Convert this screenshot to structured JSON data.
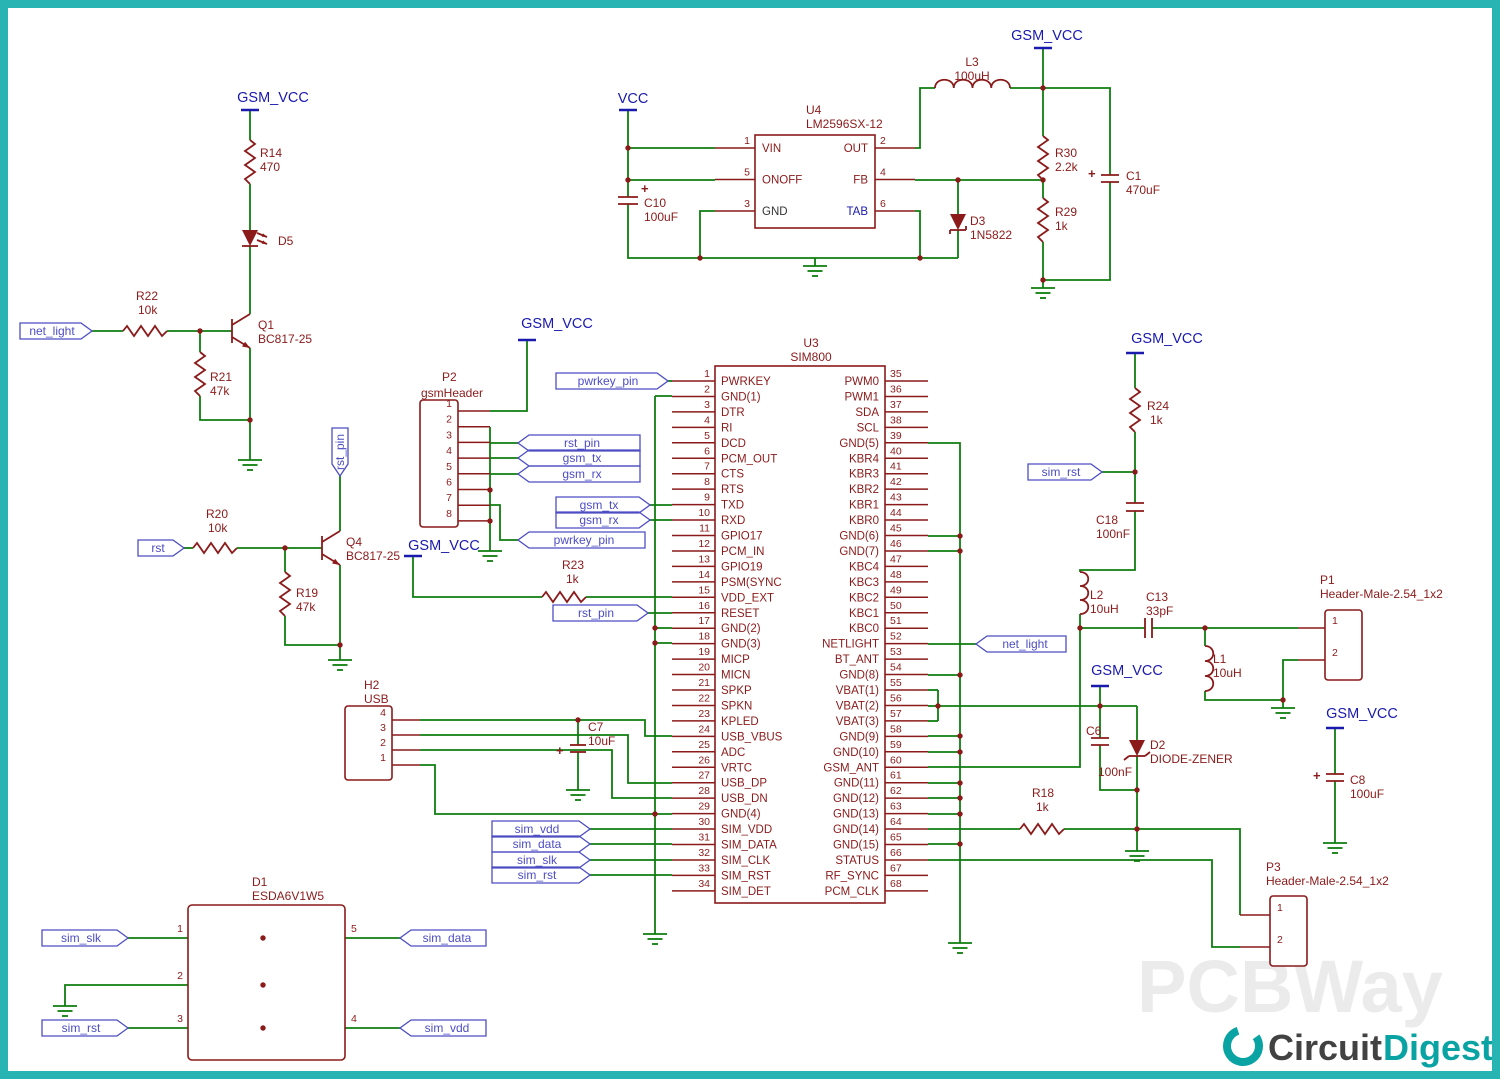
{
  "title": "GSM SIM800 module circuit schematic",
  "colors": {
    "wire": "#0e7d0e",
    "component": "#8b1a1a",
    "power": "#1a1aae",
    "flag": "#4d4dc3",
    "frame": "#29b4b4"
  },
  "power": {
    "gsm_vcc": "GSM_VCC",
    "vcc": "VCC"
  },
  "flags": {
    "net_light": "net_light",
    "rst": "rst",
    "rst_pin": "rst_pin",
    "gsm_tx": "gsm_tx",
    "gsm_rx": "gsm_rx",
    "pwrkey_pin": "pwrkey_pin",
    "sim_vdd": "sim_vdd",
    "sim_data": "sim_data",
    "sim_slk": "sim_slk",
    "sim_rst": "sim_rst"
  },
  "components": {
    "r14": {
      "ref": "R14",
      "val": "470"
    },
    "r22": {
      "ref": "R22",
      "val": "10k"
    },
    "r21": {
      "ref": "R21",
      "val": "47k"
    },
    "r20": {
      "ref": "R20",
      "val": "10k"
    },
    "r19": {
      "ref": "R19",
      "val": "47k"
    },
    "r23": {
      "ref": "R23",
      "val": "1k"
    },
    "r24": {
      "ref": "R24",
      "val": "1k"
    },
    "r30": {
      "ref": "R30",
      "val": "2.2k"
    },
    "r29": {
      "ref": "R29",
      "val": "1k"
    },
    "r18": {
      "ref": "R18",
      "val": "1k"
    },
    "c10": {
      "ref": "C10",
      "val": "100uF"
    },
    "c1": {
      "ref": "C1",
      "val": "470uF"
    },
    "c7": {
      "ref": "C7",
      "val": "10uF"
    },
    "c18": {
      "ref": "C18",
      "val": "100nF"
    },
    "c13": {
      "ref": "C13",
      "val": "33pF"
    },
    "c6": {
      "ref": "C6",
      "val": "100nF"
    },
    "c8": {
      "ref": "C8",
      "val": "100uF"
    },
    "l3": {
      "ref": "L3",
      "val": "100uH"
    },
    "l2": {
      "ref": "L2",
      "val": "10uH"
    },
    "l1": {
      "ref": "L1",
      "val": "10uH"
    },
    "d5": {
      "ref": "D5",
      "val": ""
    },
    "d3": {
      "ref": "D3",
      "val": "1N5822"
    },
    "d2": {
      "ref": "D2",
      "val": "DIODE-ZENER"
    },
    "d1": {
      "ref": "D1",
      "val": "ESDA6V1W5"
    },
    "q1": {
      "ref": "Q1",
      "val": "BC817-25"
    },
    "q4": {
      "ref": "Q4",
      "val": "BC817-25"
    }
  },
  "u4": {
    "ref": "U4",
    "part": "LM2596SX-12",
    "left_pins": [
      {
        "num": "1",
        "name": "VIN"
      },
      {
        "num": "5",
        "name": "ONOFF"
      },
      {
        "num": "3",
        "name": "GND"
      }
    ],
    "right_pins": [
      {
        "num": "2",
        "name": "OUT"
      },
      {
        "num": "4",
        "name": "FB"
      },
      {
        "num": "6",
        "name": "TAB"
      }
    ]
  },
  "u3": {
    "ref": "U3",
    "part": "SIM800",
    "left_pins": [
      {
        "num": "1",
        "name": "PWRKEY"
      },
      {
        "num": "2",
        "name": "GND(1)"
      },
      {
        "num": "3",
        "name": "DTR"
      },
      {
        "num": "4",
        "name": "RI"
      },
      {
        "num": "5",
        "name": "DCD"
      },
      {
        "num": "6",
        "name": "PCM_OUT"
      },
      {
        "num": "7",
        "name": "CTS"
      },
      {
        "num": "8",
        "name": "RTS"
      },
      {
        "num": "9",
        "name": "TXD"
      },
      {
        "num": "10",
        "name": "RXD"
      },
      {
        "num": "11",
        "name": "GPIO17"
      },
      {
        "num": "12",
        "name": "PCM_IN"
      },
      {
        "num": "13",
        "name": "GPIO19"
      },
      {
        "num": "14",
        "name": "PSM(SYNC"
      },
      {
        "num": "15",
        "name": "VDD_EXT"
      },
      {
        "num": "16",
        "name": "RESET"
      },
      {
        "num": "17",
        "name": "GND(2)"
      },
      {
        "num": "18",
        "name": "GND(3)"
      },
      {
        "num": "19",
        "name": "MICP"
      },
      {
        "num": "20",
        "name": "MICN"
      },
      {
        "num": "21",
        "name": "SPKP"
      },
      {
        "num": "22",
        "name": "SPKN"
      },
      {
        "num": "23",
        "name": "KPLED"
      },
      {
        "num": "24",
        "name": "USB_VBUS"
      },
      {
        "num": "25",
        "name": "ADC"
      },
      {
        "num": "26",
        "name": "VRTC"
      },
      {
        "num": "27",
        "name": "USB_DP"
      },
      {
        "num": "28",
        "name": "USB_DN"
      },
      {
        "num": "29",
        "name": "GND(4)"
      },
      {
        "num": "30",
        "name": "SIM_VDD"
      },
      {
        "num": "31",
        "name": "SIM_DATA"
      },
      {
        "num": "32",
        "name": "SIM_CLK"
      },
      {
        "num": "33",
        "name": "SIM_RST"
      },
      {
        "num": "34",
        "name": "SIM_DET"
      }
    ],
    "right_pins": [
      {
        "num": "35",
        "name": "PWM0"
      },
      {
        "num": "36",
        "name": "PWM1"
      },
      {
        "num": "37",
        "name": "SDA"
      },
      {
        "num": "38",
        "name": "SCL"
      },
      {
        "num": "39",
        "name": "GND(5)"
      },
      {
        "num": "40",
        "name": "KBR4"
      },
      {
        "num": "41",
        "name": "KBR3"
      },
      {
        "num": "42",
        "name": "KBR2"
      },
      {
        "num": "43",
        "name": "KBR1"
      },
      {
        "num": "44",
        "name": "KBR0"
      },
      {
        "num": "45",
        "name": "GND(6)"
      },
      {
        "num": "46",
        "name": "GND(7)"
      },
      {
        "num": "47",
        "name": "KBC4"
      },
      {
        "num": "48",
        "name": "KBC3"
      },
      {
        "num": "49",
        "name": "KBC2"
      },
      {
        "num": "50",
        "name": "KBC1"
      },
      {
        "num": "51",
        "name": "KBC0"
      },
      {
        "num": "52",
        "name": "NETLIGHT"
      },
      {
        "num": "53",
        "name": "BT_ANT"
      },
      {
        "num": "54",
        "name": "GND(8)"
      },
      {
        "num": "55",
        "name": "VBAT(1)"
      },
      {
        "num": "56",
        "name": "VBAT(2)"
      },
      {
        "num": "57",
        "name": "VBAT(3)"
      },
      {
        "num": "58",
        "name": "GND(9)"
      },
      {
        "num": "59",
        "name": "GND(10)"
      },
      {
        "num": "60",
        "name": "GSM_ANT"
      },
      {
        "num": "61",
        "name": "GND(11)"
      },
      {
        "num": "62",
        "name": "GND(12)"
      },
      {
        "num": "63",
        "name": "GND(13)"
      },
      {
        "num": "64",
        "name": "GND(14)"
      },
      {
        "num": "65",
        "name": "GND(15)"
      },
      {
        "num": "66",
        "name": "STATUS"
      },
      {
        "num": "67",
        "name": "RF_SYNC"
      },
      {
        "num": "68",
        "name": "PCM_CLK"
      }
    ]
  },
  "p2": {
    "ref": "P2",
    "part": "gsmHeader",
    "pins": [
      "1",
      "2",
      "3",
      "4",
      "5",
      "6",
      "7",
      "8"
    ]
  },
  "h2": {
    "ref": "H2",
    "part": "USB",
    "pins": [
      "4",
      "3",
      "2",
      "1"
    ]
  },
  "p1": {
    "ref": "P1",
    "part": "Header-Male-2.54_1x2",
    "pins": [
      "1",
      "2"
    ]
  },
  "p3": {
    "ref": "P3",
    "part": "Header-Male-2.54_1x2",
    "pins": [
      "1",
      "2"
    ]
  },
  "d1": {
    "ref": "D1",
    "part": "ESDA6V1W5",
    "left_pins": [
      "1",
      "2",
      "3"
    ],
    "right_pins": [
      "5",
      "4"
    ]
  },
  "watermark": {
    "pcbway": "PCBWay",
    "brand_left": "Circuit",
    "brand_right": "Digest"
  }
}
